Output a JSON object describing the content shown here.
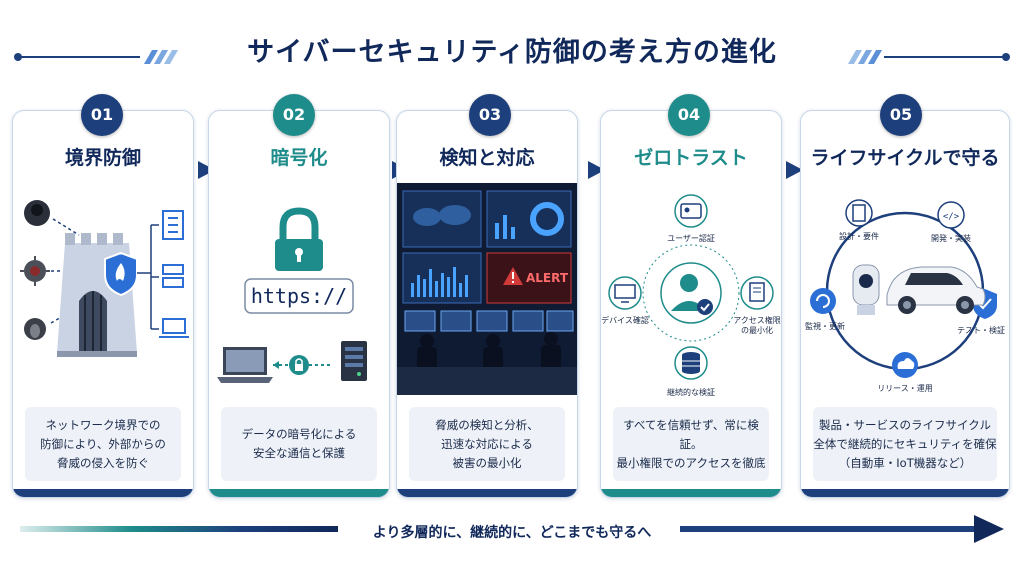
{
  "title": "サイバーセキュリティ防御の考え方の進化",
  "colors": {
    "navy": "#1d3f7c",
    "teal": "#1e8c8a",
    "accent_blue": "#2b6fd6",
    "alert_red": "#d23a3a"
  },
  "cards": [
    {
      "number": "01",
      "title": "境界防御",
      "desc": [
        "ネットワーク境界での",
        "防御により、外部からの",
        "脅威の侵入を防ぐ"
      ]
    },
    {
      "number": "02",
      "title": "暗号化",
      "url": "https://",
      "desc": [
        "データの暗号化による",
        "安全な通信と保護"
      ]
    },
    {
      "number": "03",
      "title": "検知と対応",
      "alert": "ALERT",
      "desc": [
        "脅威の検知と分析、",
        "迅速な対応による",
        "被害の最小化"
      ]
    },
    {
      "number": "04",
      "title": "ゼロトラスト",
      "labels": {
        "user": "ユーザー認証",
        "device": "デバイス確認",
        "access_1": "アクセス権限",
        "access_2": "の最小化",
        "verify": "継続的な検証"
      },
      "desc": [
        "すべてを信頼せず、常に検証。",
        "最小権限でのアクセスを徹底"
      ]
    },
    {
      "number": "05",
      "title": "ライフサイクルで守る",
      "labels": {
        "design": "設計・要件",
        "dev": "開発・実装",
        "test": "テスト・検証",
        "release": "リリース・運用",
        "monitor": "監視・更新"
      },
      "desc": [
        "製品・サービスのライフサイクル",
        "全体で継続的にセキュリティを確保",
        "（自動車・IoT機器など）"
      ]
    }
  ],
  "bottom_text": "より多層的に、継続的に、どこまでも守るへ"
}
